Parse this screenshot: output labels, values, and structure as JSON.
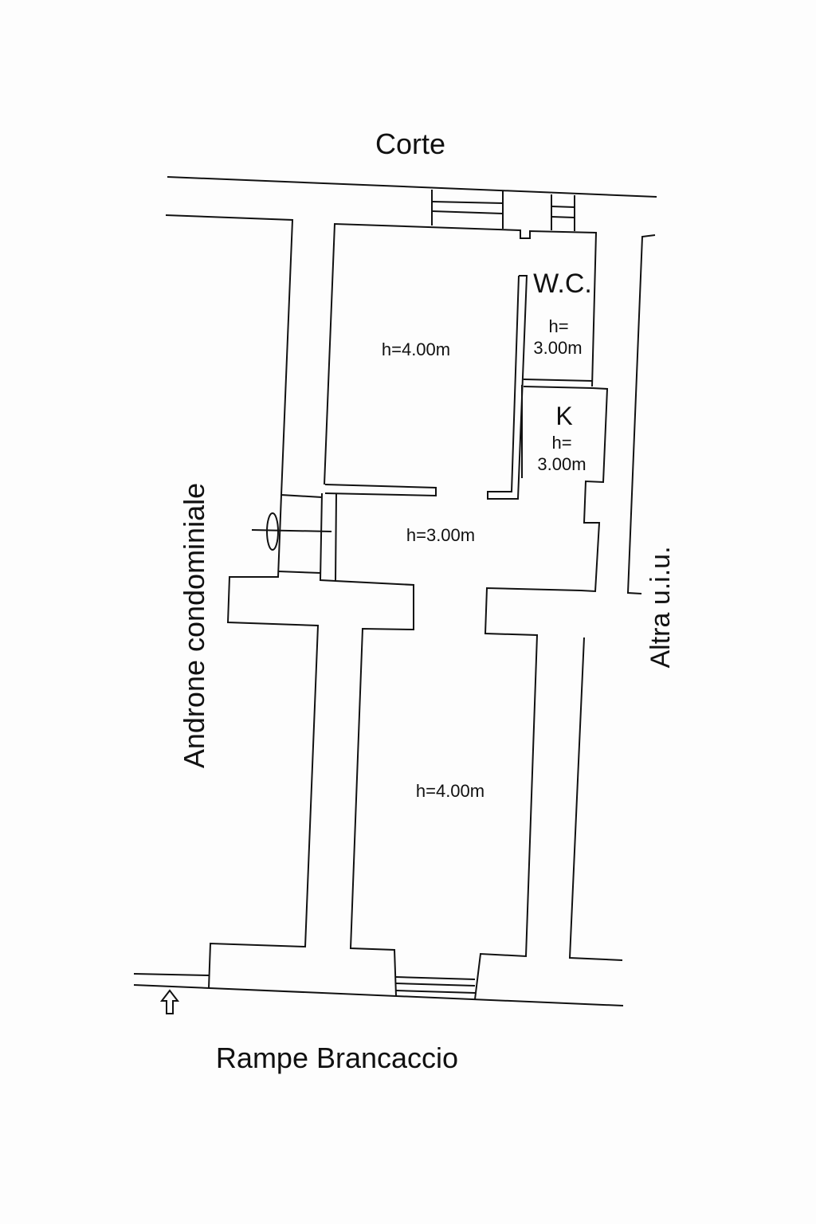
{
  "title": "Floor plan",
  "labels": {
    "north": "Corte",
    "south": "Rampe Brancaccio",
    "west": "Androne condominiale",
    "east": "Altra u.i.u."
  },
  "rooms": {
    "room_upper": {
      "height": "h=4.00m"
    },
    "wc": {
      "name": "W.C.",
      "height_label": "h=",
      "height_value": "3.00m"
    },
    "kitchen": {
      "name": "K",
      "height_label": "h=",
      "height_value": "3.00m"
    },
    "hall": {
      "height": "h=3.00m"
    },
    "room_lower": {
      "height": "h=4.00m"
    }
  },
  "icons": {
    "entrance": "arrow-up-outline-icon",
    "door": "door-symbol-icon"
  },
  "colors": {
    "ink": "#111111",
    "paper": "#fdfdfd"
  }
}
